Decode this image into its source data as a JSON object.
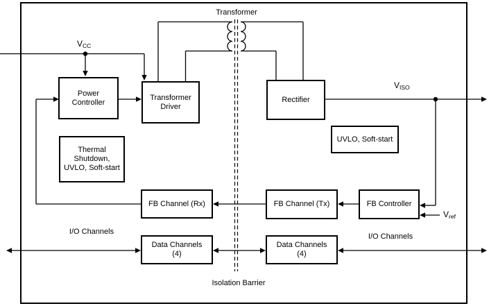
{
  "blocks": {
    "power_controller": {
      "line1": "Power",
      "line2": "Controller"
    },
    "transformer_driver": {
      "line1": "Transformer",
      "line2": "Driver"
    },
    "rectifier": {
      "line1": "Rectifier"
    },
    "uvlo_soft_start": {
      "line1": "UVLO, Soft-start"
    },
    "thermal": {
      "line1": "Thermal",
      "line2": "Shutdown,",
      "line3": "UVLO, Soft-start"
    },
    "fb_channel_rx": {
      "line1": "FB Channel (Rx)"
    },
    "fb_channel_tx": {
      "line1": "FB Channel (Tx)"
    },
    "fb_controller": {
      "line1": "FB Controller"
    },
    "data_channels_left": {
      "line1": "Data Channels",
      "line2": "(4)"
    },
    "data_channels_right": {
      "line1": "Data Channels",
      "line2": "(4)"
    }
  },
  "labels": {
    "transformer": "Transformer",
    "isolation_barrier": "Isolation Barrier",
    "io_channels_left": "I/O Channels",
    "io_channels_right": "I/O Channels",
    "vcc_base": "V",
    "vcc_sub": "CC",
    "viso_base": "V",
    "viso_sub": "ISO",
    "vref_base": "V",
    "vref_sub": "ref"
  },
  "colors": {
    "line": "#000000",
    "background": "#ffffff"
  }
}
